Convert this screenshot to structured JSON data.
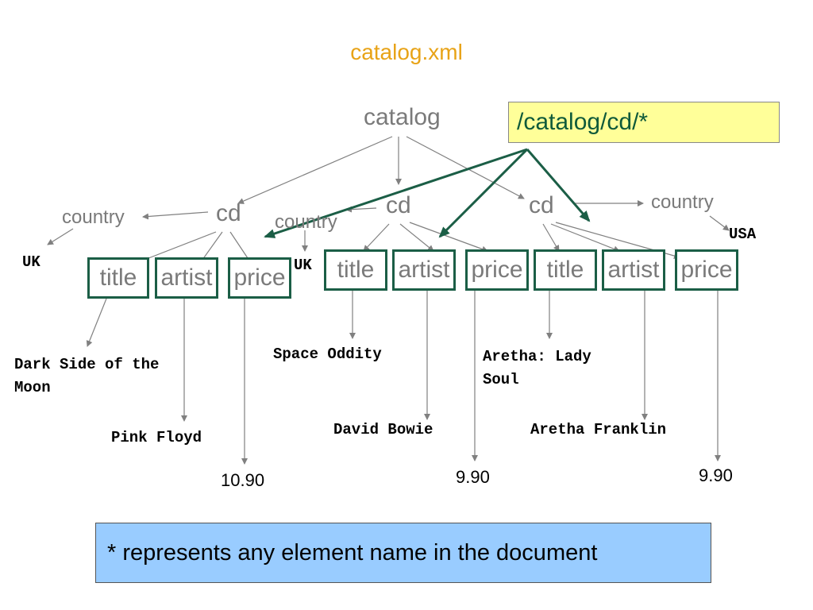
{
  "title": "catalog.xml",
  "query": "/catalog/cd/*",
  "note": "* represents any element name in the document",
  "tree": {
    "root": "catalog",
    "cd_label": "cd",
    "country_label": "country",
    "cds": [
      {
        "country": "UK",
        "title_tag": "title",
        "artist_tag": "artist",
        "price_tag": "price",
        "title": "Dark Side of the Moon",
        "artist": "Pink Floyd",
        "price": "10.90"
      },
      {
        "country": "UK",
        "title_tag": "title",
        "artist_tag": "artist",
        "price_tag": "price",
        "title": "Space Oddity",
        "artist": "David Bowie",
        "price": "9.90"
      },
      {
        "country": "USA",
        "title_tag": "title",
        "artist_tag": "artist",
        "price_tag": "price",
        "title": "Aretha: Lady Soul",
        "artist": "Aretha Franklin",
        "price": "9.90"
      }
    ]
  },
  "colors": {
    "title": "#e8a317",
    "query_text": "#0f5a3a",
    "query_bg": "#ffff99",
    "note_bg": "#99ccff",
    "box_border": "#1b5e46",
    "arrow_gray": "#808080",
    "arrow_green": "#1b5e46"
  }
}
